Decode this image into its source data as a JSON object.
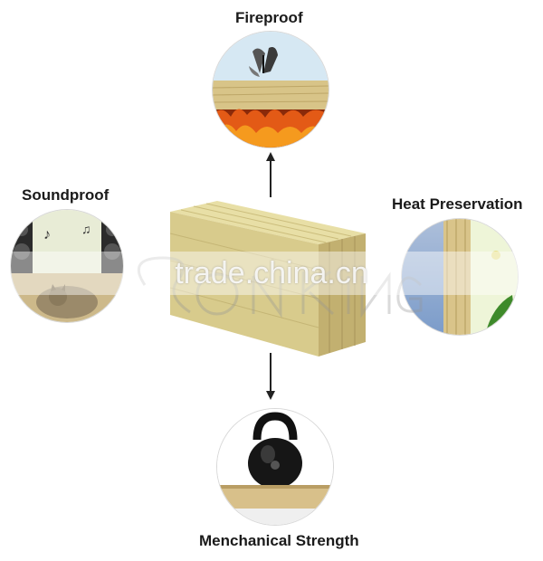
{
  "labels": {
    "fireproof": "Fireproof",
    "soundproof": "Soundproof",
    "heat_preservation": "Heat Preservation",
    "mechanical_strength": "Menchanical Strength"
  },
  "watermark": "trade.china.cn",
  "colors": {
    "wool_light": "#e8dfa6",
    "wool_mid": "#d6c98a",
    "wool_dark": "#bfae6a",
    "fire": "#e0521b",
    "sky": "#cfe3f1",
    "arrow": "#222222"
  },
  "icons": {
    "fire": "butterfly-on-wool-over-flames",
    "sound": "speakers-and-cat",
    "heat": "snow-and-spring-wall",
    "mech": "kettlebell-on-board"
  }
}
